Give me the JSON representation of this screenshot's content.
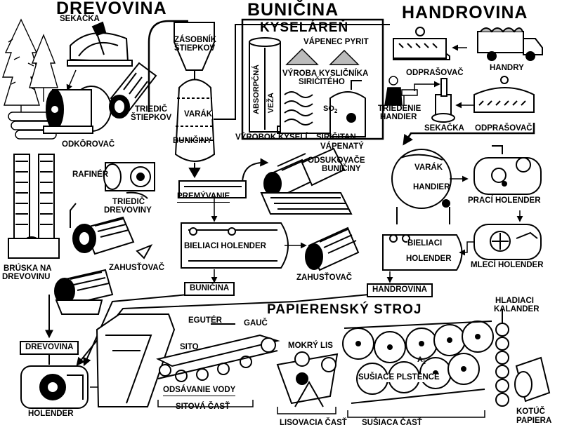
{
  "headings": {
    "drevovina": "DREVOVINA",
    "bunicina": "BUNIČINA",
    "handrovina": "HANDROVINA",
    "kyselaren": "KYSELÁREŇ",
    "papierensky_stroj": "PAPIERENSKÝ STROJ"
  },
  "labels": {
    "sekacka": "SEKAČKA",
    "zasobnik_1": "ZÁSOBNÍK",
    "zasobnik_2": "ŠTIEPKOV",
    "vapenec_pyrit": "VÁPENEC PYRIT",
    "vyroba_1": "VÝROBA KYSLIČNÍKA",
    "vyroba_2": "SIRIČITÉHO",
    "absorpcna": "ABSORPČNÁ",
    "veza": "VEŽA",
    "so2": "SO",
    "varak_1": "VARÁK",
    "varak_2": "BUNIČINY",
    "triedic_stiepkov_1": "TRIEDIČ",
    "triedic_stiepkov_2": "ŠTIEPKOV",
    "odkorovac": "ODKÔROVAČ",
    "vyrobok": "VÝROBOK",
    "kyselina": "KYSELÍ",
    "siricitan_1": "SIRIČITAN",
    "siricitan_2": "VÁPENATÝ",
    "odprasovac_top": "ODPRAŠOVAČ",
    "handry": "HANDRY",
    "triedenie_1": "TRIEDENIE",
    "triedenie_2": "HANDIER",
    "sekacka_hand": "SEKAČKA",
    "odprasovac_hand": "ODPRAŠOVAČ",
    "rafiner": "RAFINÉR",
    "triedic_drev_1": "TRIEDIČ",
    "triedic_drev_2": "DREVOVINY",
    "odsukovace_1": "ODSUKOVAČE",
    "odsukovace_2": "BUNIČINY",
    "premyvanie": "PREMÝVANIE",
    "varak_hand_1": "VARÁK",
    "varak_hand_2": "HANDIER",
    "praci_holender": "PRACÍ HOLENDER",
    "bieliaci_holender": "BIELIACI HOLENDER",
    "bieliaci_hand_1": "BIELIACI",
    "bieliaci_hand_2": "HOLENDER",
    "mleci_holender": "MLECÍ HOLENDER",
    "bruska_1": "BRÚSKA NA",
    "bruska_2": "DREVOVINU",
    "zahustovac_1": "ZAHUSŤOVAČ",
    "zahustovac_2": "ZAHUSŤOVAČ",
    "bunicina_box": "BUNIČINA",
    "handrovina_box": "HANDROVINA",
    "hladiaci_1": "HLADIACI",
    "hladiaci_2": "KALANDER",
    "egutter": "EGUTÉR",
    "gauc": "GAUČ",
    "sito": "SITO",
    "mokry_lis": "MOKRÝ LIS",
    "drevovina_box": "DREVOVINA",
    "odsavanie": "ODSÁVANIE VODY",
    "susiace_plstence": "SUŠIACE PLSTENCE",
    "holender": "HOLENDER",
    "sitova_cast": "SITOVÁ ČASŤ",
    "lisovacia_cast": "LISOVACIA ČASŤ",
    "susiaca_cast": "SUŠIACA ČASŤ",
    "kotuc_1": "KOTÚČ",
    "kotuc_2": "PAPIERA",
    "a2": "A"
  },
  "colors": {
    "ink": "#000000",
    "paper": "#ffffff"
  }
}
